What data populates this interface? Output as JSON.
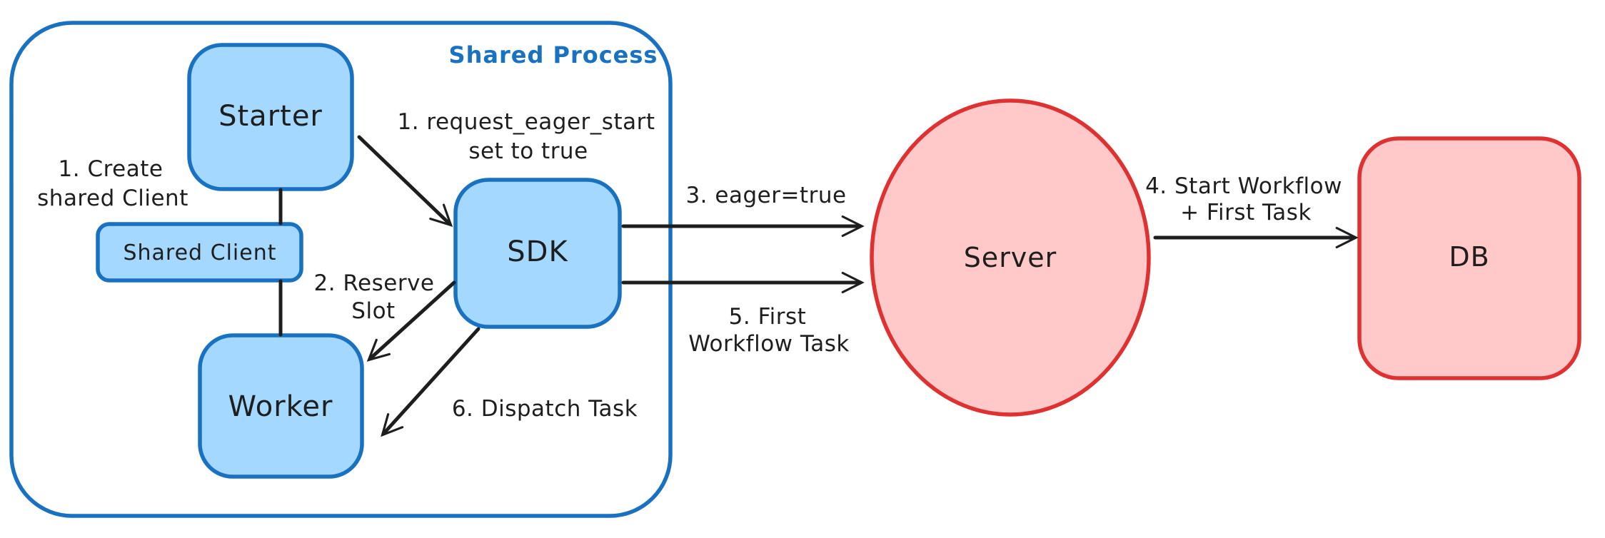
{
  "colors": {
    "background": "#ffffff",
    "blue_stroke": "#1971c2",
    "blue_fill": "#a5d8ff",
    "red_stroke": "#e03131",
    "red_fill": "#ffc9c9",
    "text": "#1e1e1e",
    "arrow": "#1e1e1e"
  },
  "container": {
    "label": "Shared Process"
  },
  "nodes": {
    "starter": {
      "label": "Starter"
    },
    "shared_client": {
      "label": "Shared Client"
    },
    "worker": {
      "label": "Worker"
    },
    "sdk": {
      "label": "SDK"
    },
    "server": {
      "label": "Server"
    },
    "db": {
      "label": "DB"
    }
  },
  "labels": {
    "create_shared_client": {
      "line1": "1. Create",
      "line2": "shared Client"
    },
    "request_eager_start": {
      "line1": "1. request_eager_start",
      "line2": "set to true"
    },
    "reserve_slot": {
      "line1": "2. Reserve",
      "line2": "Slot"
    },
    "eager_true": {
      "line1": "3. eager=true"
    },
    "start_workflow": {
      "line1": "4. Start Workflow",
      "line2": "+ First Task"
    },
    "first_workflow_task": {
      "line1": "5. First",
      "line2": "Workflow Task"
    },
    "dispatch_task": {
      "line1": "6. Dispatch Task"
    }
  }
}
